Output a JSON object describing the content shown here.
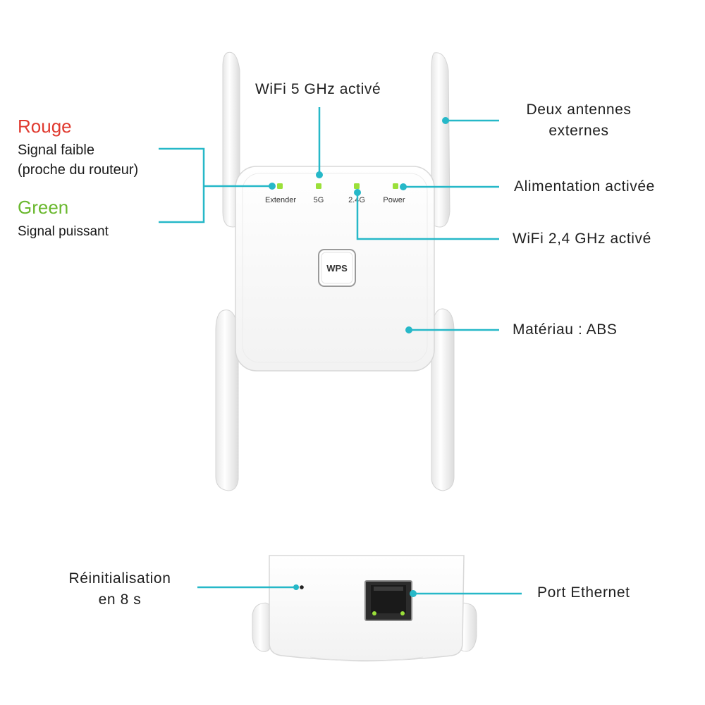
{
  "legend": {
    "red_title": "Rouge",
    "red_text_line1": "Signal faible",
    "red_text_line2": "(proche du routeur)",
    "green_title": "Green",
    "green_text": "Signal puissant"
  },
  "callouts": {
    "wifi5": "WiFi 5 GHz activé",
    "antennas_line1": "Deux antennes",
    "antennas_line2": "externes",
    "power": "Alimentation activée",
    "wifi24": "WiFi 2,4 GHz activé",
    "material": "Matériau : ABS",
    "reset_line1": "Réinitialisation",
    "reset_line2": "en 8 s",
    "ethernet": "Port Ethernet"
  },
  "device": {
    "led_labels": [
      "Extender",
      "5G",
      "2.4G",
      "Power"
    ],
    "wps_label": "WPS"
  },
  "colors": {
    "callout_line": "#26b8c8",
    "red_title": "#e03a2f",
    "green_title": "#6ab82e",
    "led_green": "#9be03a"
  }
}
